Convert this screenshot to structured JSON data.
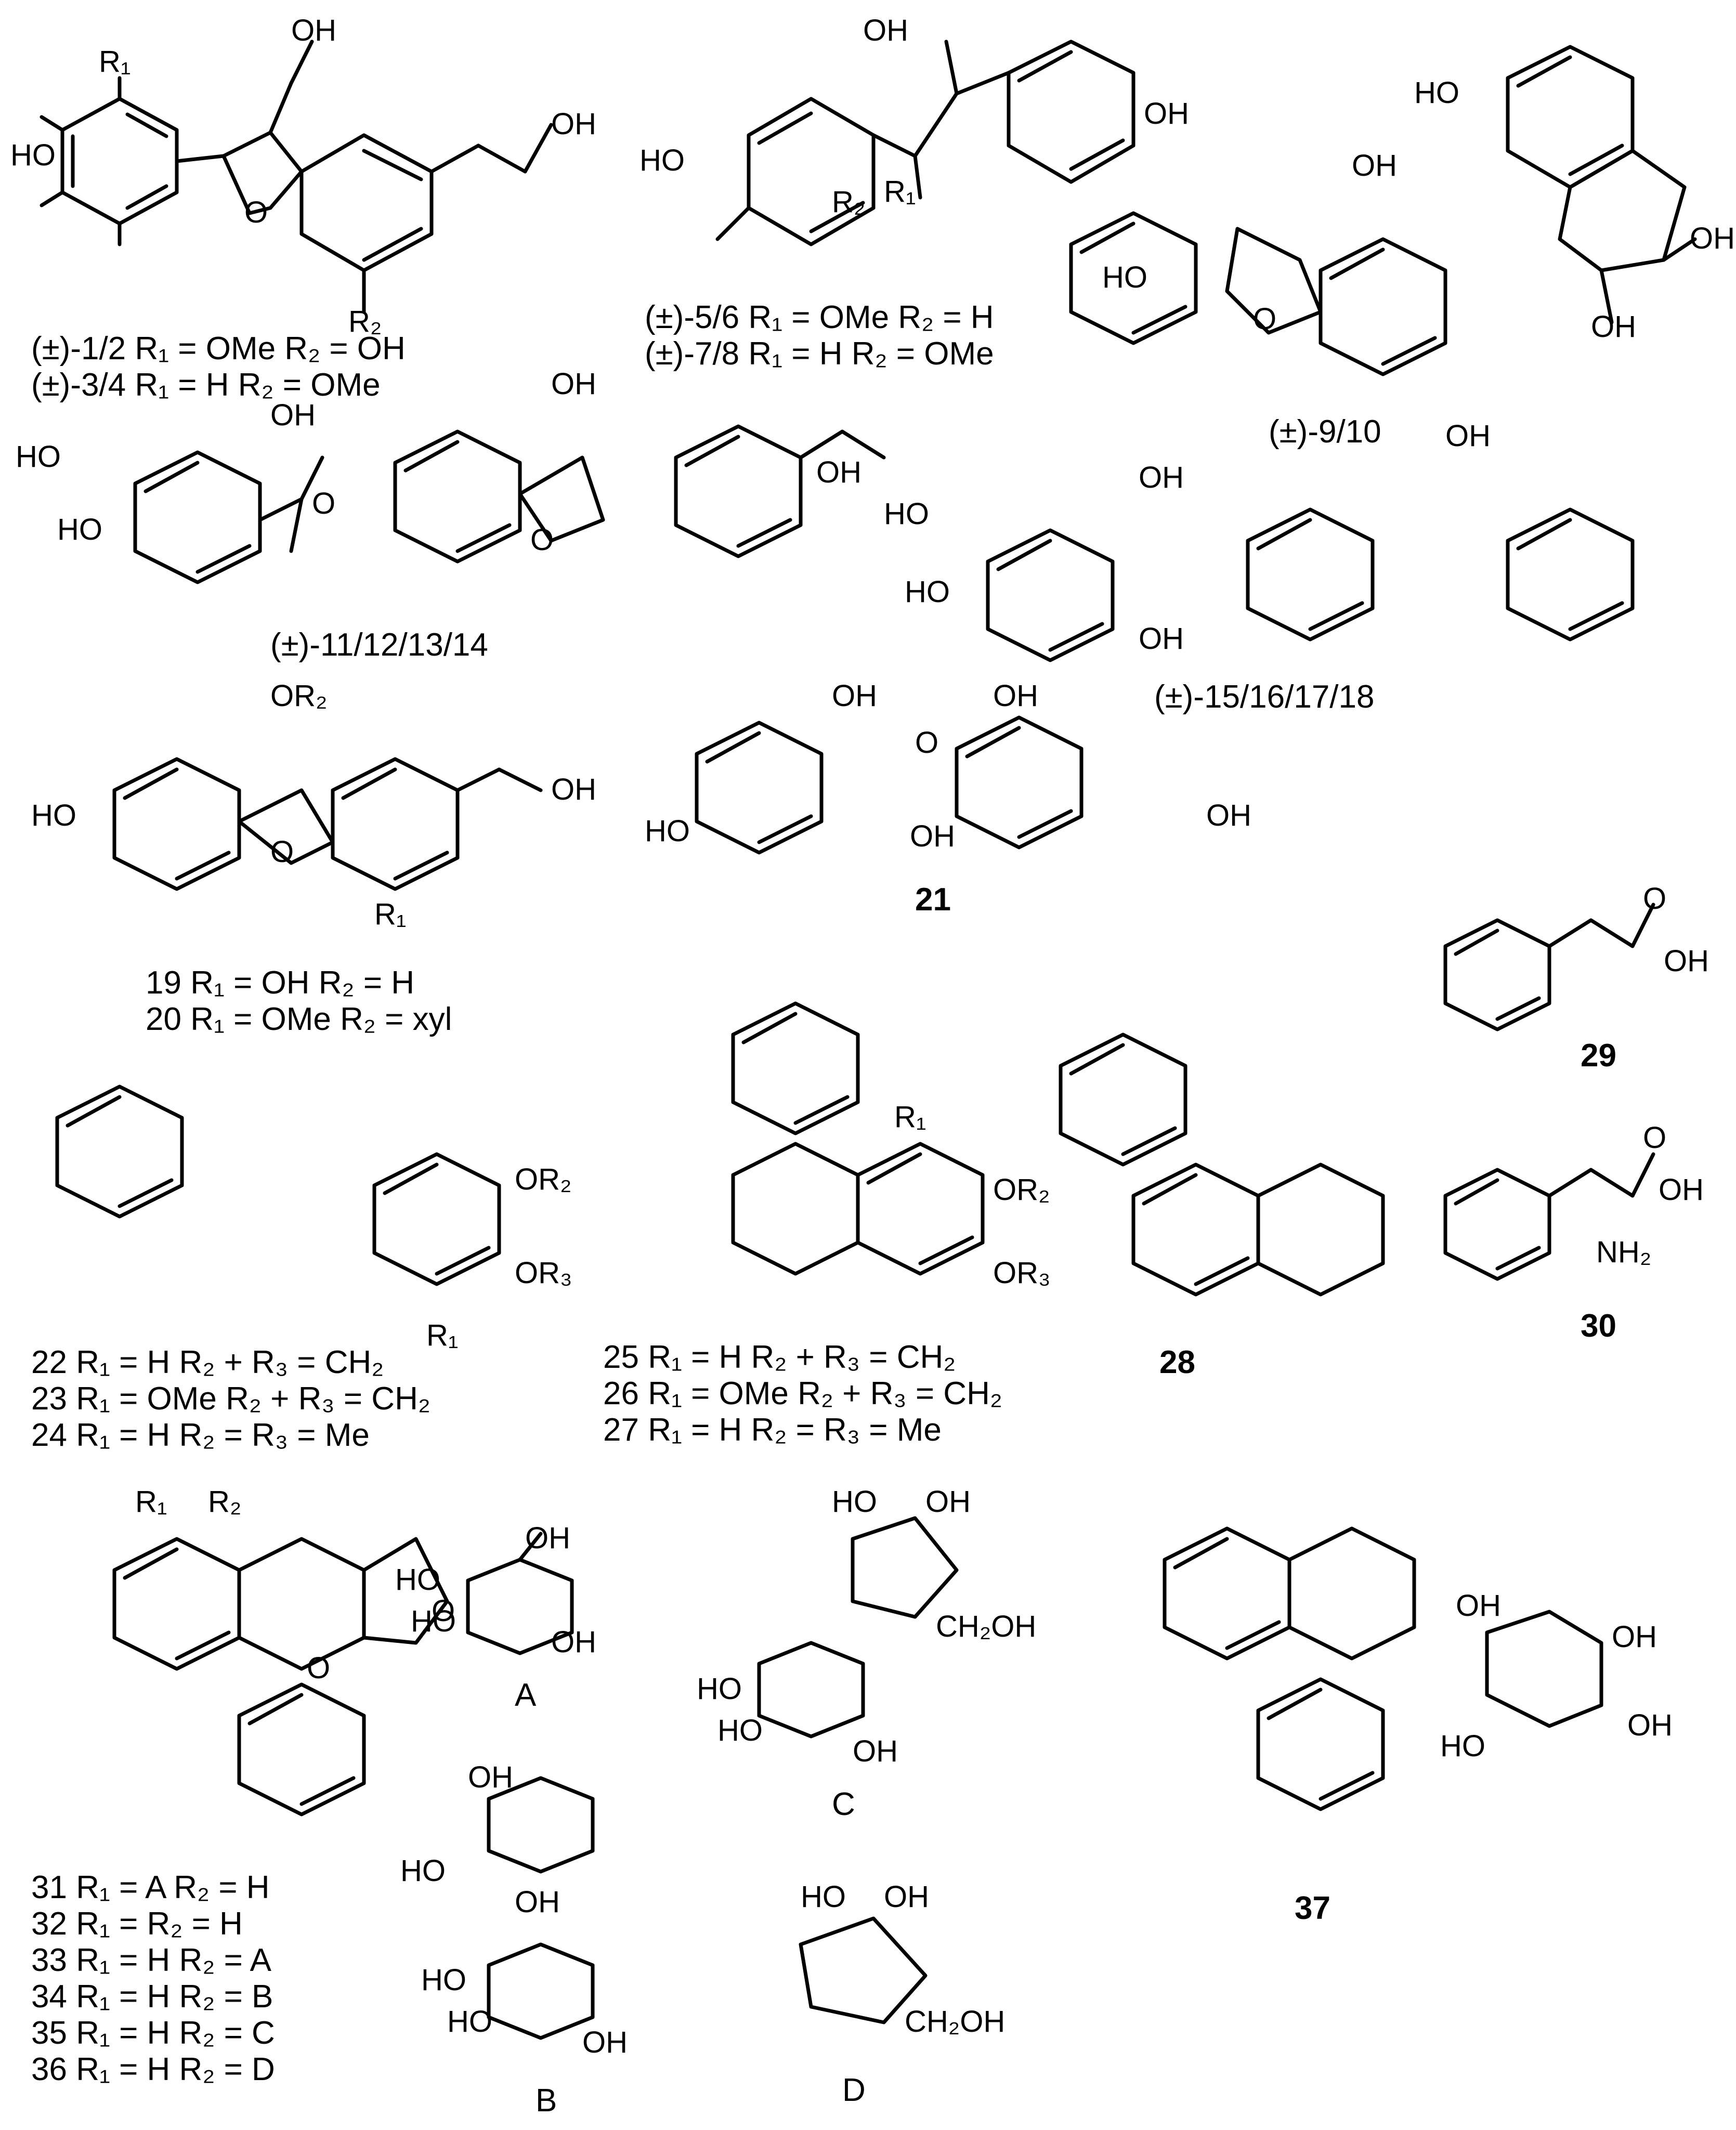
{
  "compound_labels": {
    "c1_4_line1": "(±)-1/2 R₁ = OMe R₂ = OH",
    "c1_4_line2": "(±)-3/4 R₁ = H R₂ = OMe",
    "c5_8_line1": "(±)-5/6 R₁ = OMe R₂ = H",
    "c5_8_line2": "(±)-7/8 R₁ = H R₂ = OMe",
    "c9_10": "(±)-9/10",
    "c11_14": "(±)-11/12/13/14",
    "c15_18": "(±)-15/16/17/18",
    "c19_line": "19 R₁ = OH R₂ = H",
    "c20_line": "20 R₁ = OMe R₂ = xyl",
    "c21": "21",
    "c22_line": "22 R₁ = H R₂ + R₃ = CH₂",
    "c23_line": "23 R₁ = OMe R₂ + R₃ = CH₂",
    "c24_line": "24 R₁ = H R₂ = R₃ = Me",
    "c25_line": "25 R₁ = H R₂ + R₃ = CH₂",
    "c26_line": "26 R₁ = OMe R₂ + R₃ = CH₂",
    "c27_line": "27 R₁ = H R₂ = R₃ = Me",
    "c28": "28",
    "c29": "29",
    "c30": "30",
    "c31_line": "31 R₁ = A R₂ = H",
    "c32_line": "32 R₁ = R₂ = H",
    "c33_line": "33 R₁ = H R₂ = A",
    "c34_line": "34 R₁ = H R₂ = B",
    "c35_line": "35 R₁ = H R₂ = C",
    "c36_line": "36 R₁ = H R₂ = D",
    "c37": "37",
    "sugar_A": "A",
    "sugar_B": "B",
    "sugar_C": "C",
    "sugar_D": "D"
  },
  "atoms": {
    "oh": "OH",
    "ho": "HO",
    "o": "O",
    "r1": "R₁",
    "r2": "R₂",
    "or2": "OR₂",
    "or3": "OR₃",
    "ch2oh": "CH₂OH",
    "nh2": "NH₂"
  }
}
